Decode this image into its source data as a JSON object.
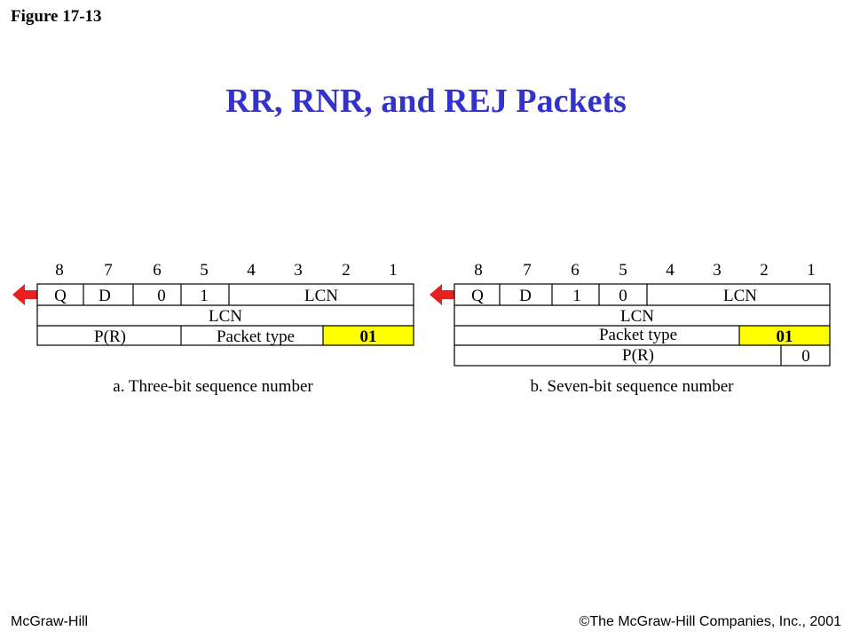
{
  "figure_label": "Figure 17-13",
  "title": "RR, RNR, and REJ Packets",
  "footer": {
    "publisher": "McGraw-Hill",
    "copyright": "©The McGraw-Hill Companies, Inc., 2001"
  },
  "colors": {
    "title": "#3333cc",
    "highlight": "#ffff00",
    "arrow": "#e82020"
  },
  "icons": {
    "arrow": "arrow-left-icon"
  },
  "bit_numbers": [
    "8",
    "7",
    "6",
    "5",
    "4",
    "3",
    "2",
    "1"
  ],
  "format_a": {
    "caption": "a. Three-bit sequence number",
    "row1": {
      "q": "Q",
      "d": "D",
      "bit6": "0",
      "bit5": "1",
      "lcn": "LCN"
    },
    "row2": {
      "lcn": "LCN"
    },
    "row3": {
      "pr": "P(R)",
      "packet_type": "Packet type",
      "code": "01"
    }
  },
  "format_b": {
    "caption": "b. Seven-bit sequence number",
    "row1": {
      "q": "Q",
      "d": "D",
      "bit6": "1",
      "bit5": "0",
      "lcn": "LCN"
    },
    "row2": {
      "lcn": "LCN"
    },
    "row3": {
      "packet_type": "Packet type",
      "code": "01"
    },
    "row4": {
      "pr": "P(R)",
      "bit1": "0"
    }
  }
}
